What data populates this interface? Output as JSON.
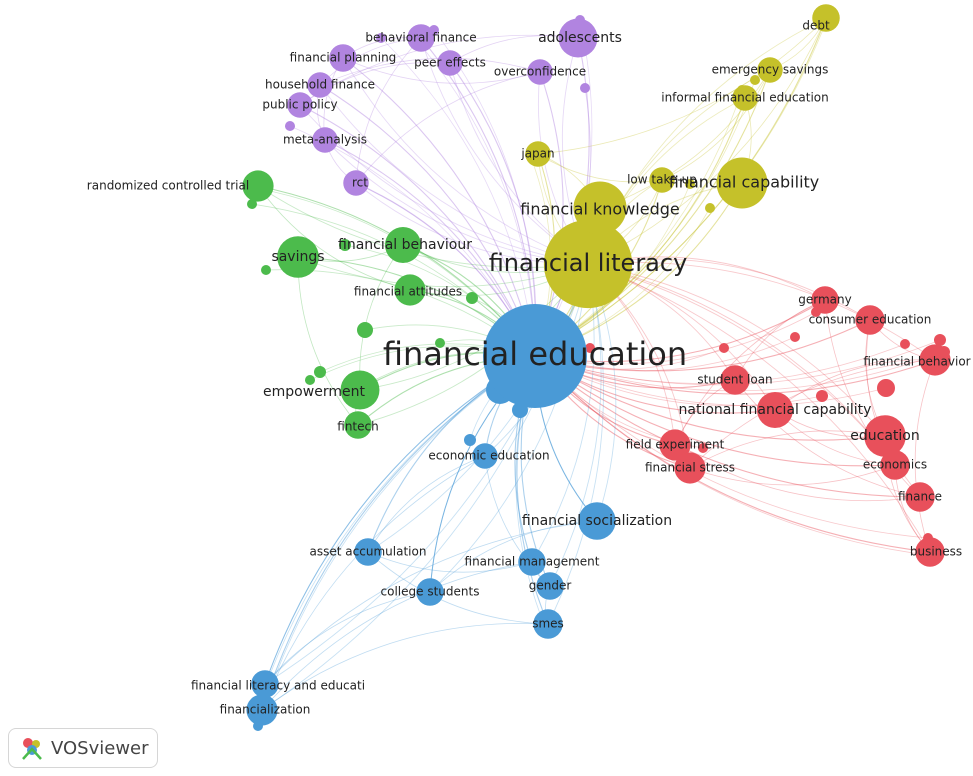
{
  "app": {
    "logo_text": "VOSviewer"
  },
  "clusters": {
    "red": {
      "color": "#e8505b"
    },
    "green": {
      "color": "#4cbb4c"
    },
    "blue": {
      "color": "#4a9ad6"
    },
    "yellow": {
      "color": "#c5c12a"
    },
    "purple": {
      "color": "#b184e0"
    }
  },
  "nodes": [
    {
      "label": "financial education",
      "cluster": "blue",
      "weight": 100
    },
    {
      "label": "financial literacy",
      "cluster": "yellow",
      "weight": 72
    },
    {
      "label": "financial knowledge",
      "cluster": "yellow",
      "weight": 26
    },
    {
      "label": "financial capability",
      "cluster": "yellow",
      "weight": 24
    },
    {
      "label": "japan",
      "cluster": "yellow",
      "weight": 6
    },
    {
      "label": "low take-up",
      "cluster": "yellow",
      "weight": 6
    },
    {
      "label": "informal financial education",
      "cluster": "yellow",
      "weight": 6
    },
    {
      "label": "emergency savings",
      "cluster": "yellow",
      "weight": 6
    },
    {
      "label": "debt",
      "cluster": "yellow",
      "weight": 7
    },
    {
      "label": "adolescents",
      "cluster": "purple",
      "weight": 14
    },
    {
      "label": "behavioral finance",
      "cluster": "purple",
      "weight": 7
    },
    {
      "label": "financial planning",
      "cluster": "purple",
      "weight": 7
    },
    {
      "label": "peer effects",
      "cluster": "purple",
      "weight": 6
    },
    {
      "label": "overconfidence",
      "cluster": "purple",
      "weight": 6
    },
    {
      "label": "household finance",
      "cluster": "purple",
      "weight": 6
    },
    {
      "label": "public policy",
      "cluster": "purple",
      "weight": 6
    },
    {
      "label": "meta-analysis",
      "cluster": "purple",
      "weight": 6
    },
    {
      "label": "rct",
      "cluster": "purple",
      "weight": 6
    },
    {
      "label": "randomized controlled trial",
      "cluster": "green",
      "weight": 9
    },
    {
      "label": "savings",
      "cluster": "green",
      "weight": 16
    },
    {
      "label": "financial behaviour",
      "cluster": "green",
      "weight": 12
    },
    {
      "label": "financial attitudes",
      "cluster": "green",
      "weight": 9
    },
    {
      "label": "empowerment",
      "cluster": "green",
      "weight": 14
    },
    {
      "label": "fintech",
      "cluster": "green",
      "weight": 7
    },
    {
      "label": "germany",
      "cluster": "red",
      "weight": 7
    },
    {
      "label": "consumer education",
      "cluster": "red",
      "weight": 8
    },
    {
      "label": "financial behavior",
      "cluster": "red",
      "weight": 9
    },
    {
      "label": "student loan",
      "cluster": "red",
      "weight": 8
    },
    {
      "label": "national financial capability",
      "cluster": "red",
      "weight": 12
    },
    {
      "label": "education",
      "cluster": "red",
      "weight": 16
    },
    {
      "label": "field experiment",
      "cluster": "red",
      "weight": 9
    },
    {
      "label": "financial stress",
      "cluster": "red",
      "weight": 9
    },
    {
      "label": "economics",
      "cluster": "red",
      "weight": 8
    },
    {
      "label": "finance",
      "cluster": "red",
      "weight": 8
    },
    {
      "label": "business",
      "cluster": "red",
      "weight": 8
    },
    {
      "label": "economic education",
      "cluster": "blue",
      "weight": 6
    },
    {
      "label": "financial socialization",
      "cluster": "blue",
      "weight": 13
    },
    {
      "label": "asset accumulation",
      "cluster": "blue",
      "weight": 7
    },
    {
      "label": "financial management",
      "cluster": "blue",
      "weight": 7
    },
    {
      "label": "college students",
      "cluster": "blue",
      "weight": 7
    },
    {
      "label": "gender",
      "cluster": "blue",
      "weight": 7
    },
    {
      "label": "smes",
      "cluster": "blue",
      "weight": 8
    },
    {
      "label": "financial literacy and educati",
      "cluster": "blue",
      "weight": 7
    },
    {
      "label": "financialization",
      "cluster": "blue",
      "weight": 9
    }
  ]
}
